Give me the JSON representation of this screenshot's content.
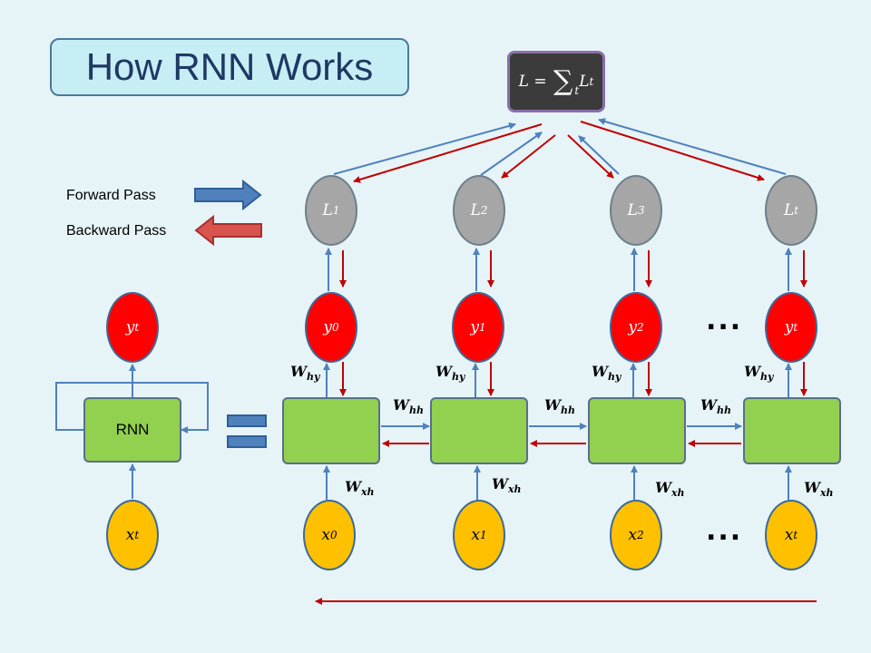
{
  "title": "How RNN Works",
  "loss_total": {
    "lhs": "L",
    "eq": "=",
    "sigma": "∑",
    "sub": "t",
    "rhs": "L",
    "rhs_sub": "t"
  },
  "legend": {
    "forward": "Forward Pass",
    "backward": "Backward Pass",
    "forward_color": "#4f81bd",
    "backward_color": "#c0504d"
  },
  "folded": {
    "output": {
      "base": "y",
      "sub": "t"
    },
    "cell": "RNN",
    "input": {
      "base": "x",
      "sub": "t"
    }
  },
  "columns": [
    {
      "loss": {
        "base": "L",
        "sub": "1"
      },
      "output": {
        "base": "y",
        "sub": "0"
      },
      "input": {
        "base": "x",
        "sub": "0"
      }
    },
    {
      "loss": {
        "base": "L",
        "sub": "2"
      },
      "output": {
        "base": "y",
        "sub": "1"
      },
      "input": {
        "base": "x",
        "sub": "1"
      }
    },
    {
      "loss": {
        "base": "L",
        "sub": "3"
      },
      "output": {
        "base": "y",
        "sub": "2"
      },
      "input": {
        "base": "x",
        "sub": "2"
      }
    },
    {
      "loss": {
        "base": "L",
        "sub": "t"
      },
      "output": {
        "base": "y",
        "sub": "t"
      },
      "input": {
        "base": "x",
        "sub": "t"
      }
    }
  ],
  "weights": {
    "why": {
      "base": "W",
      "sub": "hy"
    },
    "whh": {
      "base": "W",
      "sub": "hh"
    },
    "wxh": {
      "base": "W",
      "sub": "xh"
    }
  },
  "ellipsis": "..."
}
